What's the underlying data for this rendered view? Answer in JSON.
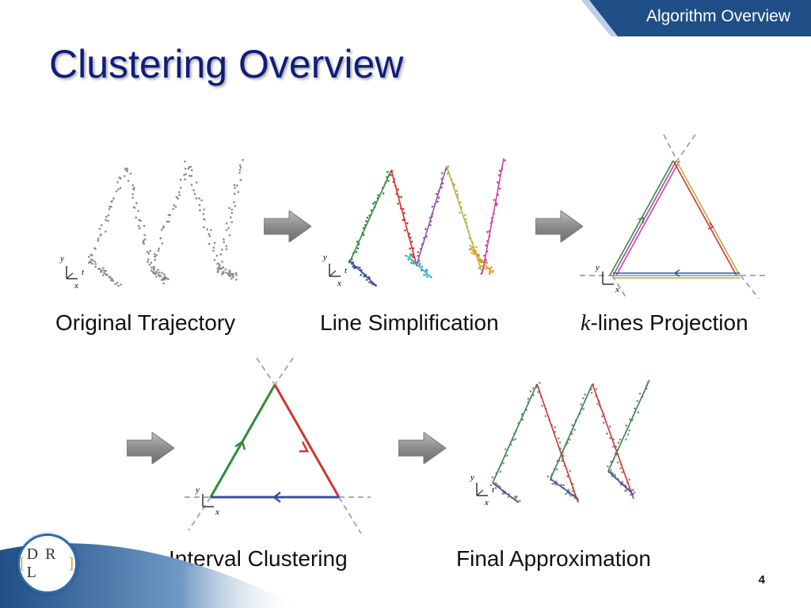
{
  "header": {
    "section": "Algorithm Overview",
    "title": "Clustering Overview"
  },
  "captions": {
    "original": "Original Trajectory",
    "simplification": "Line Simplification",
    "kvar": "k",
    "kprojection": "-lines Projection",
    "interval": "Interval Clustering",
    "final": "Final Approximation"
  },
  "axes": {
    "y": "y",
    "t": "t",
    "x": "x"
  },
  "logo": {
    "left": "[",
    "text": "D R L",
    "right": "]"
  },
  "page_number": "4",
  "colors": {
    "title": "#0f1e7a",
    "header_band": "#1f4f86",
    "green": "#2e8b3c",
    "red": "#d83030",
    "blue": "#3a4fa0",
    "purple": "#9b4fb0",
    "olive": "#b7b040",
    "magenta": "#d040a0",
    "cyan": "#30b8c0",
    "orange": "#e09a20",
    "gray": "#8a8a8a"
  }
}
